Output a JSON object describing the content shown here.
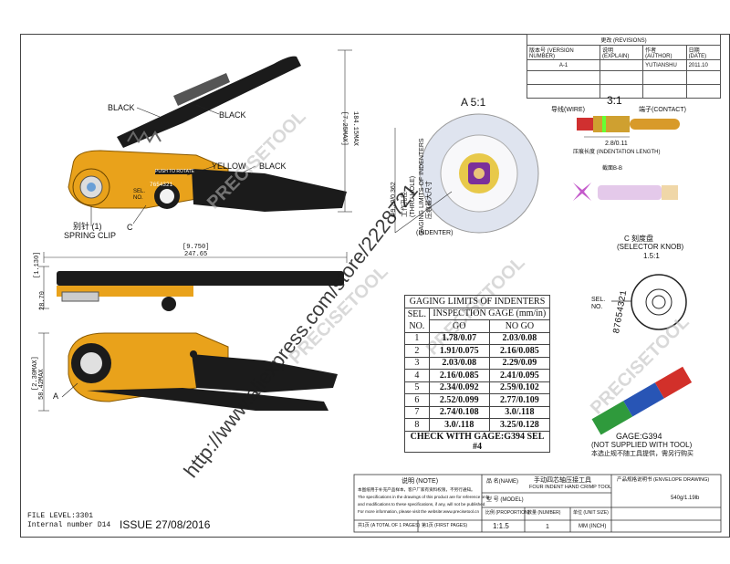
{
  "revisions": {
    "title": "更改 (REVISIONS)",
    "headers": [
      "版本号 (VERSION NUMBER)",
      "说明 (EXPLAIN)",
      "作者 (AUTHOR)",
      "日期 (DATE)"
    ],
    "row": [
      "A-1",
      "",
      "YUTIANSHU",
      "2011.10"
    ]
  },
  "labels": {
    "black1": "BLACK",
    "black2": "BLACK",
    "yellow": "YELLOW",
    "black3": "BLACK",
    "pin": "别针 (1)",
    "spring_clip": "SPRING CLIP",
    "c_mark": "C",
    "push": "PUSH TO ROTATE",
    "sel": "SEL.",
    "no": "NO.",
    "knob_digits": "7654321",
    "section_a": "A 5:1",
    "scale_31": "3:1",
    "wire": "导线(WIRE)",
    "contact": "端子(CONTACT)",
    "ind_len_val": "2.8/0.11",
    "ind_len": "压痕长度 (INDENTATION LENGTH)",
    "sec_b": "截面B-B",
    "work_hole_cn": "工作孔径",
    "thru_hole": "(THRU HOLE)",
    "gaging_vert": "GAGING LIMITS OF INDENTERS",
    "gaging_cn": "压痕最大尺寸",
    "hole_dim": "Φ9.20/0.362",
    "indenter": "(INDENTER)",
    "c_knob_cn": "C 刻度盘",
    "c_knob": "(SELECTOR KNOB)",
    "c_scale": "1.5:1",
    "knob2_digits": "87654321",
    "gage_name": "GAGE:G394",
    "gage_note": "(NOT SUPPLIED WITH TOOL)",
    "gage_note_cn": "本选止规不随工具提供，需另行购买",
    "a_mark": "A",
    "file_level": "FILE LEVEL:3301",
    "internal": "Internal number D14",
    "issue": "ISSUE 27/08/2016",
    "watermark": "http://www.aliexpress.com/store/2228721",
    "brand": "PRECISETOOL"
  },
  "dims": {
    "height_top": "[7.25MAX]",
    "height_top2": "184.15MAX",
    "len_in": "[9.750]",
    "len_mm": "247.65",
    "thick_in": "[1.130]",
    "thick_mm": "28.70",
    "width_in": "[2.30MAX]",
    "width_mm": "58.42MAX"
  },
  "gaging_table": {
    "title": "GAGING LIMITS OF INDENTERS",
    "col_sel": "SEL.",
    "col_no": "NO.",
    "col_insp": "INSPECTION GAGE (mm/in)",
    "col_go": "GO",
    "col_nogo": "NO GO",
    "rows": [
      {
        "sel": "1",
        "go": "1.78/0.07",
        "nogo": "2.03/0.08"
      },
      {
        "sel": "2",
        "go": "1.91/0.075",
        "nogo": "2.16/0.085"
      },
      {
        "sel": "3",
        "go": "2.03/0.08",
        "nogo": "2.29/0.09"
      },
      {
        "sel": "4",
        "go": "2.16/0.085",
        "nogo": "2.41/0.095"
      },
      {
        "sel": "5",
        "go": "2.34/0.092",
        "nogo": "2.59/0.102"
      },
      {
        "sel": "6",
        "go": "2.52/0.099",
        "nogo": "2.77/0.109"
      },
      {
        "sel": "7",
        "go": "2.74/0.108",
        "nogo": "3.0/.118"
      },
      {
        "sel": "8",
        "go": "3.0/.118",
        "nogo": "3.25/0.128"
      }
    ],
    "footer": "CHECK WITH GAGE:G394 SEL #4"
  },
  "title_block": {
    "note_title": "说明 (NOTE)",
    "note_lines": [
      "本图纸用于补充产品样本，客户厂家有资料权限，不另行通知。",
      "The specifications in the drawings of this product are for reference only",
      "and modifications to these specifications, if any, will not be published.",
      "For more information, please visit the website:www.precisetool.cn"
    ],
    "name_label": "品 名(NAME)",
    "name_cn": "手动四芯轴压接工具",
    "name_en": "FOUR INDENT HAND CRIMP TOOL",
    "model_label": "型 号 (MODEL)",
    "scale_label": "比例 (PROPORTION)",
    "number_label": "数量 (NUMBER)",
    "unit_label": "单位 (UNIT SIZE)",
    "scale_val": "1:1.5",
    "number_val": "1",
    "unit_val": "MM (INCH)",
    "drawing_label": "产品规格说明书 (ENVELOPE DRAWING)",
    "weight": "540g/1.19lb",
    "total_pages": "共1页 (A TOTAL OF 1 PAGES)",
    "first_page": "第1页 (FIRST PAGES)"
  },
  "colors": {
    "yellow": "#e9a21b",
    "black": "#1b1b1b",
    "ink": "#222222",
    "gage_green": "#2f9a3c",
    "gage_blue": "#2855b5",
    "gage_red": "#d2302a"
  }
}
